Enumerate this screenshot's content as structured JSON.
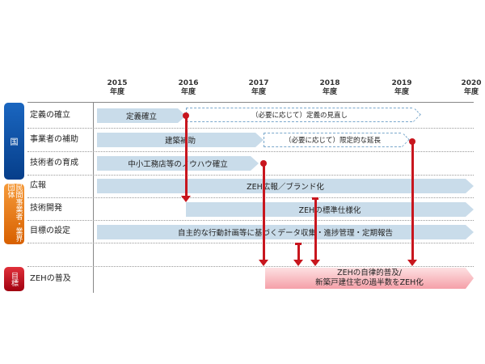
{
  "years": [
    {
      "year": "2015",
      "unit": "年度"
    },
    {
      "year": "2016",
      "unit": "年度"
    },
    {
      "year": "2017",
      "unit": "年度"
    },
    {
      "year": "2018",
      "unit": "年度"
    },
    {
      "year": "2019",
      "unit": "年度"
    },
    {
      "year": "2020",
      "unit": "年度"
    }
  ],
  "groups": {
    "country": "国",
    "private": "民間事業者・業界団体",
    "goal": "目標"
  },
  "rows": [
    "定義の確立",
    "事業者の補助",
    "技術者の育成",
    "広報",
    "技術開発",
    "目標の設定",
    "ZEHの普及"
  ],
  "bars": {
    "definition": "定義確立",
    "definition_review": "（必要に応じて）定義の見直し",
    "subsidy": "建築補助",
    "subsidy_ext": "（必要に応じて）限定的な延長",
    "training": "中小工務店等のノウハウ確立",
    "pr": "ZEH広報／ブランド化",
    "tech": "ZEHの標準仕様化",
    "target": "自主的な行動計画等に基づくデータ収集・進捗管理・定期報告",
    "goal_line1": "ZEHの自律的普及/",
    "goal_line2": "新築戸建住宅の過半数をZEH化"
  },
  "colors": {
    "bar": "#c9dcea",
    "country": "#0a50a8",
    "private": "#e8740e",
    "goal": "#c0101a",
    "arrow": "#c8161e"
  }
}
